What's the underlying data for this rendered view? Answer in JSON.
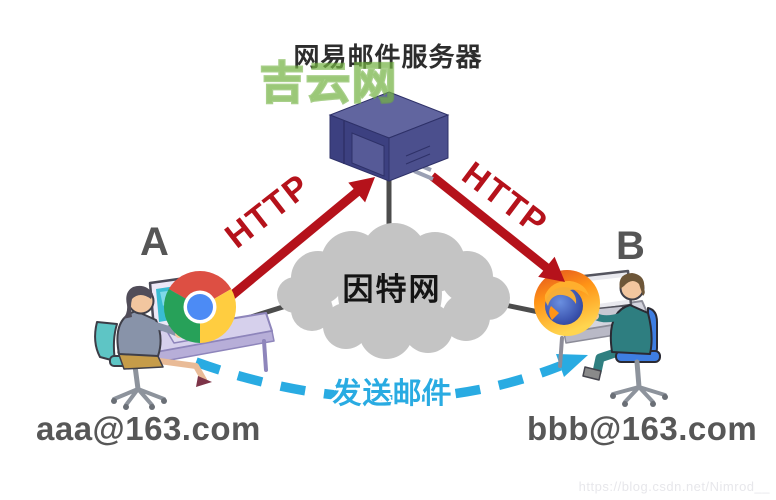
{
  "title": "网易邮件服务器",
  "watermarks": {
    "site": "吉云网",
    "url": "https://blog.csdn.net/Nimrod__"
  },
  "cloud": {
    "label": "因特网",
    "color": "#c4c4c4"
  },
  "arrows": {
    "left_http": {
      "label": "HTTP",
      "color": "#b5121b"
    },
    "right_http": {
      "label": "HTTP",
      "color": "#b5121b"
    },
    "send_mail": {
      "label": "发送邮件",
      "color": "#29abe2"
    }
  },
  "sender": {
    "label": "A",
    "email": "aaa@163.com",
    "icon": "chrome-browser"
  },
  "receiver": {
    "label": "B",
    "email": "bbb@163.com",
    "icon": "firefox-browser"
  },
  "server": {
    "icon": "mail-server",
    "color": "#42468a"
  }
}
